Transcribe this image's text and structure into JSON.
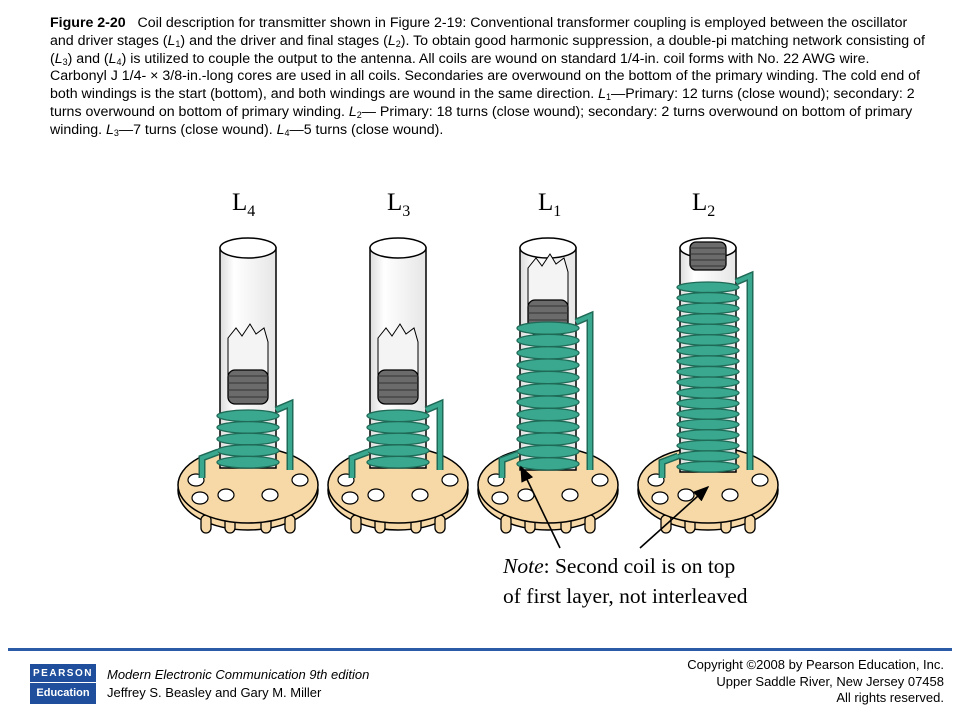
{
  "caption": {
    "label": "Figure 2-20",
    "segments": [
      {
        "t": "Coil description for transmitter shown in Figure 2-19: Conventional transformer coupling is employed between the oscillator and driver stages ("
      },
      {
        "t": "L",
        "i": true
      },
      {
        "t": "1",
        "sub": true
      },
      {
        "t": ") and the driver and final stages ("
      },
      {
        "t": "L",
        "i": true
      },
      {
        "t": "2",
        "sub": true
      },
      {
        "t": "). To obtain good harmonic suppression, a double-pi matching network consisting of ("
      },
      {
        "t": "L",
        "i": true
      },
      {
        "t": "3",
        "sub": true
      },
      {
        "t": ") and ("
      },
      {
        "t": "L",
        "i": true
      },
      {
        "t": "4",
        "sub": true
      },
      {
        "t": ") is utilized to couple the output to the antenna. All coils are wound on standard 1/4-in. coil forms with No. 22 AWG wire. Carbonyl J 1/4- × 3/8-in.-long cores are used in all coils. Secondaries are overwound on the bottom of the primary winding. The cold end of both windings is the start  (bottom), and both windings are wound in the same direction. "
      },
      {
        "t": "L",
        "i": true
      },
      {
        "t": "1",
        "sub": true
      },
      {
        "t": "—Primary: 12 turns (close wound); secondary: 2 turns overwound on bottom of primary winding.  "
      },
      {
        "t": "L",
        "i": true
      },
      {
        "t": "2",
        "sub": true
      },
      {
        "t": "— Primary: 18 turns (close wound); secondary: 2 turns overwound on bottom of primary winding. "
      },
      {
        "t": "L",
        "i": true
      },
      {
        "t": "3",
        "sub": true
      },
      {
        "t": "—7 turns (close wound). "
      },
      {
        "t": "L",
        "i": true
      },
      {
        "t": "4",
        "sub": true
      },
      {
        "t": "—5 turns (close wound)."
      }
    ]
  },
  "figure": {
    "coil_labels": [
      {
        "letter": "L",
        "sub": "4"
      },
      {
        "letter": "L",
        "sub": "3"
      },
      {
        "letter": "L",
        "sub": "1"
      },
      {
        "letter": "L",
        "sub": "2"
      }
    ],
    "note_word": "Note",
    "note_line1_rest": ": Second coil is on top",
    "note_line2": "of first layer, not interleaved",
    "colors": {
      "winding": "#3aa88e",
      "winding_dark": "#1f6a57",
      "base": "#f6d9a6",
      "tube": "#ffffff",
      "core": "#6b6b6b"
    }
  },
  "footer": {
    "logo_top": "PEARSON",
    "logo_bottom": "Education",
    "book_title": "Modern Electronic Communication 9th edition",
    "authors": "Jeffrey S. Beasley and Gary M. Miller",
    "copyright_lines": [
      "Copyright ©2008 by Pearson Education, Inc.",
      "Upper Saddle River, New Jersey 07458",
      "All rights reserved."
    ]
  }
}
